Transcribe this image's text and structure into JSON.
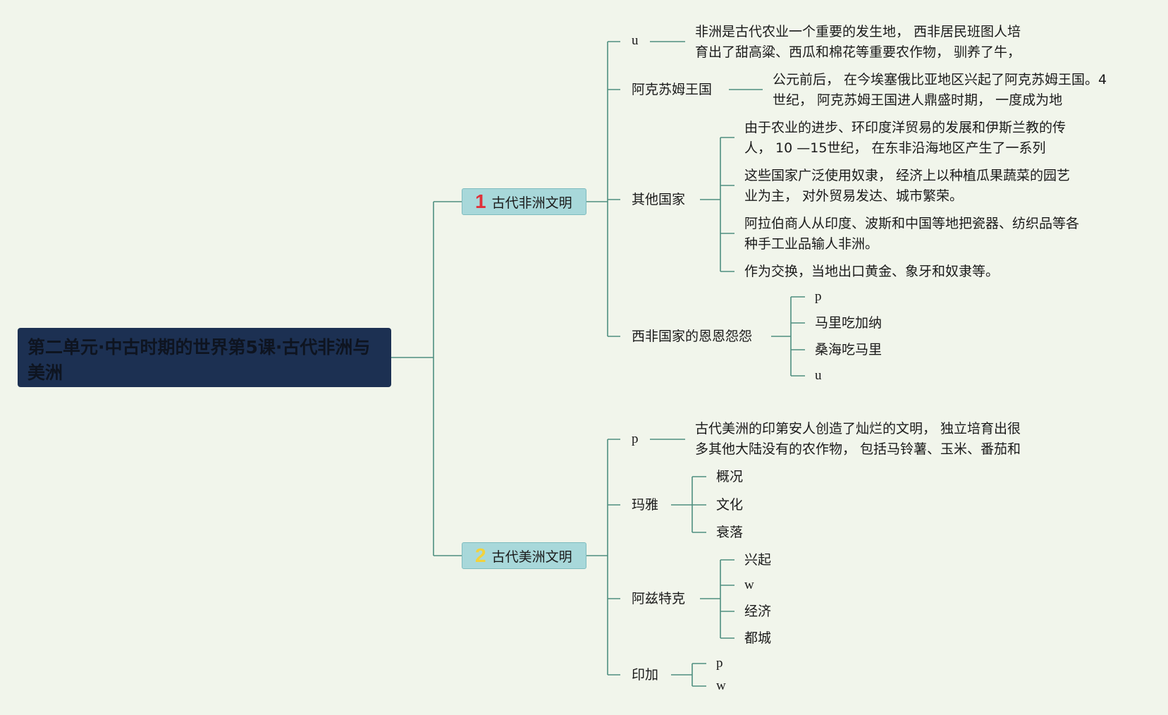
{
  "root": {
    "title_line1": "第二单元·中古时期的世界第5课·古代非洲与",
    "title_line2": "美洲"
  },
  "branches": [
    {
      "number": "1",
      "number_color": "#e0313a",
      "label": "古代非洲文明",
      "children": [
        {
          "label": "u",
          "detail": [
            "非洲是古代农业一个重要的发生地， 西非居民班图人培",
            "育出了甜高粱、西瓜和棉花等重要农作物， 驯养了牛，"
          ]
        },
        {
          "label": "阿克苏姆王国",
          "detail": [
            "公元前后， 在今埃塞俄比亚地区兴起了阿克苏姆王国。4",
            "世纪， 阿克苏姆王国进人鼎盛时期， 一度成为地"
          ]
        },
        {
          "label": "其他国家",
          "items": [
            [
              "由于农业的进步、环印度洋贸易的发展和伊斯兰教的传",
              "人， 10 —15世纪， 在东非沿海地区产生了一系列"
            ],
            [
              "这些国家广泛使用奴隶， 经济上以种植瓜果蔬菜的园艺",
              "业为主， 对外贸易发达、城市繁荣。"
            ],
            [
              "阿拉伯商人从印度、波斯和中国等地把瓷器、纺织品等各",
              "种手工业品输人非洲。"
            ],
            [
              "作为交换，当地出口黄金、象牙和奴隶等。"
            ]
          ]
        },
        {
          "label": "西非国家的恩恩怨怨",
          "items": [
            "p",
            "马里吃加纳",
            "桑海吃马里",
            "u"
          ]
        }
      ]
    },
    {
      "number": "2",
      "number_color": "#f2d23c",
      "label": "古代美洲文明",
      "children": [
        {
          "label": "p",
          "detail": [
            "古代美洲的印第安人创造了灿烂的文明， 独立培育出很",
            "多其他大陆没有的农作物， 包括马铃薯、玉米、番茄和"
          ]
        },
        {
          "label": "玛雅",
          "items": [
            "概况",
            "文化",
            "衰落"
          ]
        },
        {
          "label": "阿兹特克",
          "items": [
            "兴起",
            "w",
            "经济",
            "都城"
          ]
        },
        {
          "label": "印加",
          "items": [
            "p",
            "w"
          ]
        }
      ]
    }
  ]
}
